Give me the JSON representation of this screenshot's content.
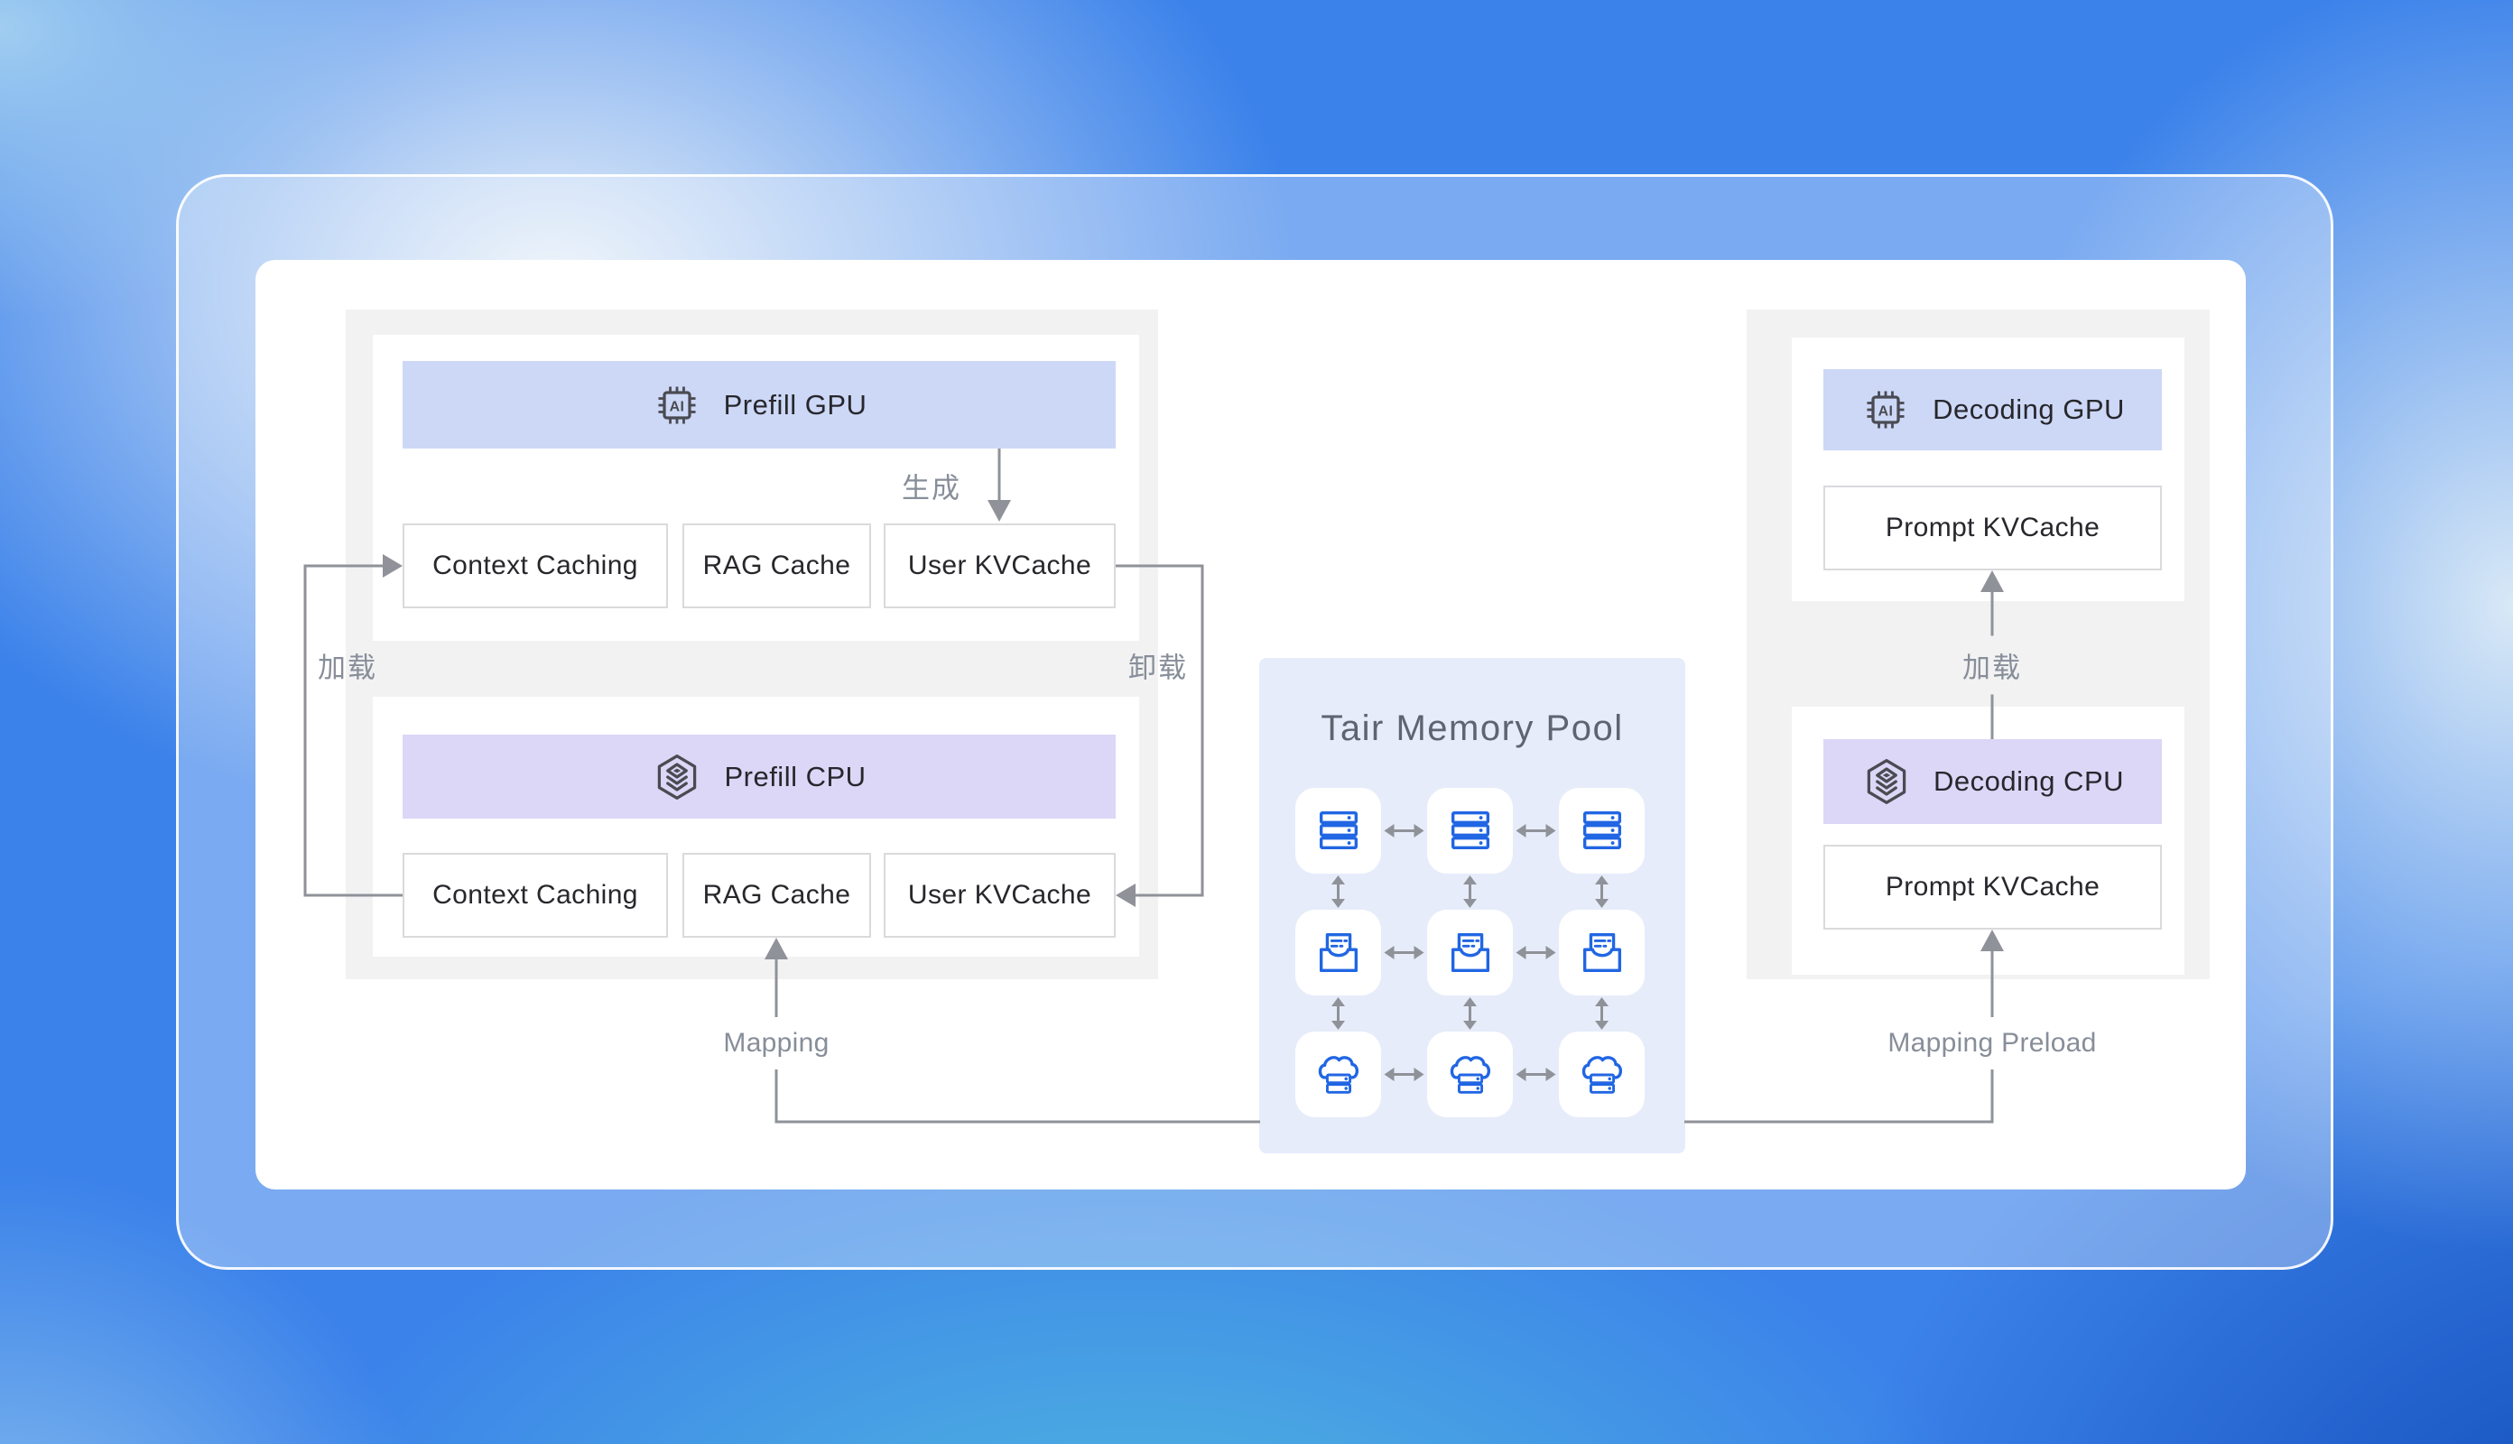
{
  "colors": {
    "gpu_header_bg": "#cdd8f7",
    "cpu_header_bg": "#dcd6f7",
    "section_bg": "#f2f2f3",
    "tair_panel_bg": "#e7ecfa",
    "node_icon_blue": "#2166e3",
    "header_icon_dark": "#4a4b52",
    "arrow_gray": "#8f9298",
    "edge_label_gray": "#878e99",
    "box_text_dark": "#27272c"
  },
  "prefill_gpu": {
    "title": "Prefill GPU",
    "boxes": [
      "Context Caching",
      "RAG Cache",
      "User KVCache"
    ]
  },
  "prefill_cpu": {
    "title": "Prefill CPU",
    "boxes": [
      "Context Caching",
      "RAG Cache",
      "User KVCache"
    ]
  },
  "decoding_gpu": {
    "title": "Decoding GPU",
    "box": "Prompt KVCache"
  },
  "decoding_cpu": {
    "title": "Decoding CPU",
    "box": "Prompt KVCache"
  },
  "tair_pool": {
    "title": "Tair Memory Pool",
    "node_rows": [
      "server",
      "doc-tray",
      "cloud-server"
    ]
  },
  "edge_labels": {
    "generate": "生成",
    "load_left": "加载",
    "unload": "卸载",
    "load_right": "加载",
    "mapping": "Mapping",
    "mapping_preload": "Mapping Preload"
  },
  "chip_icon_text": "AI"
}
